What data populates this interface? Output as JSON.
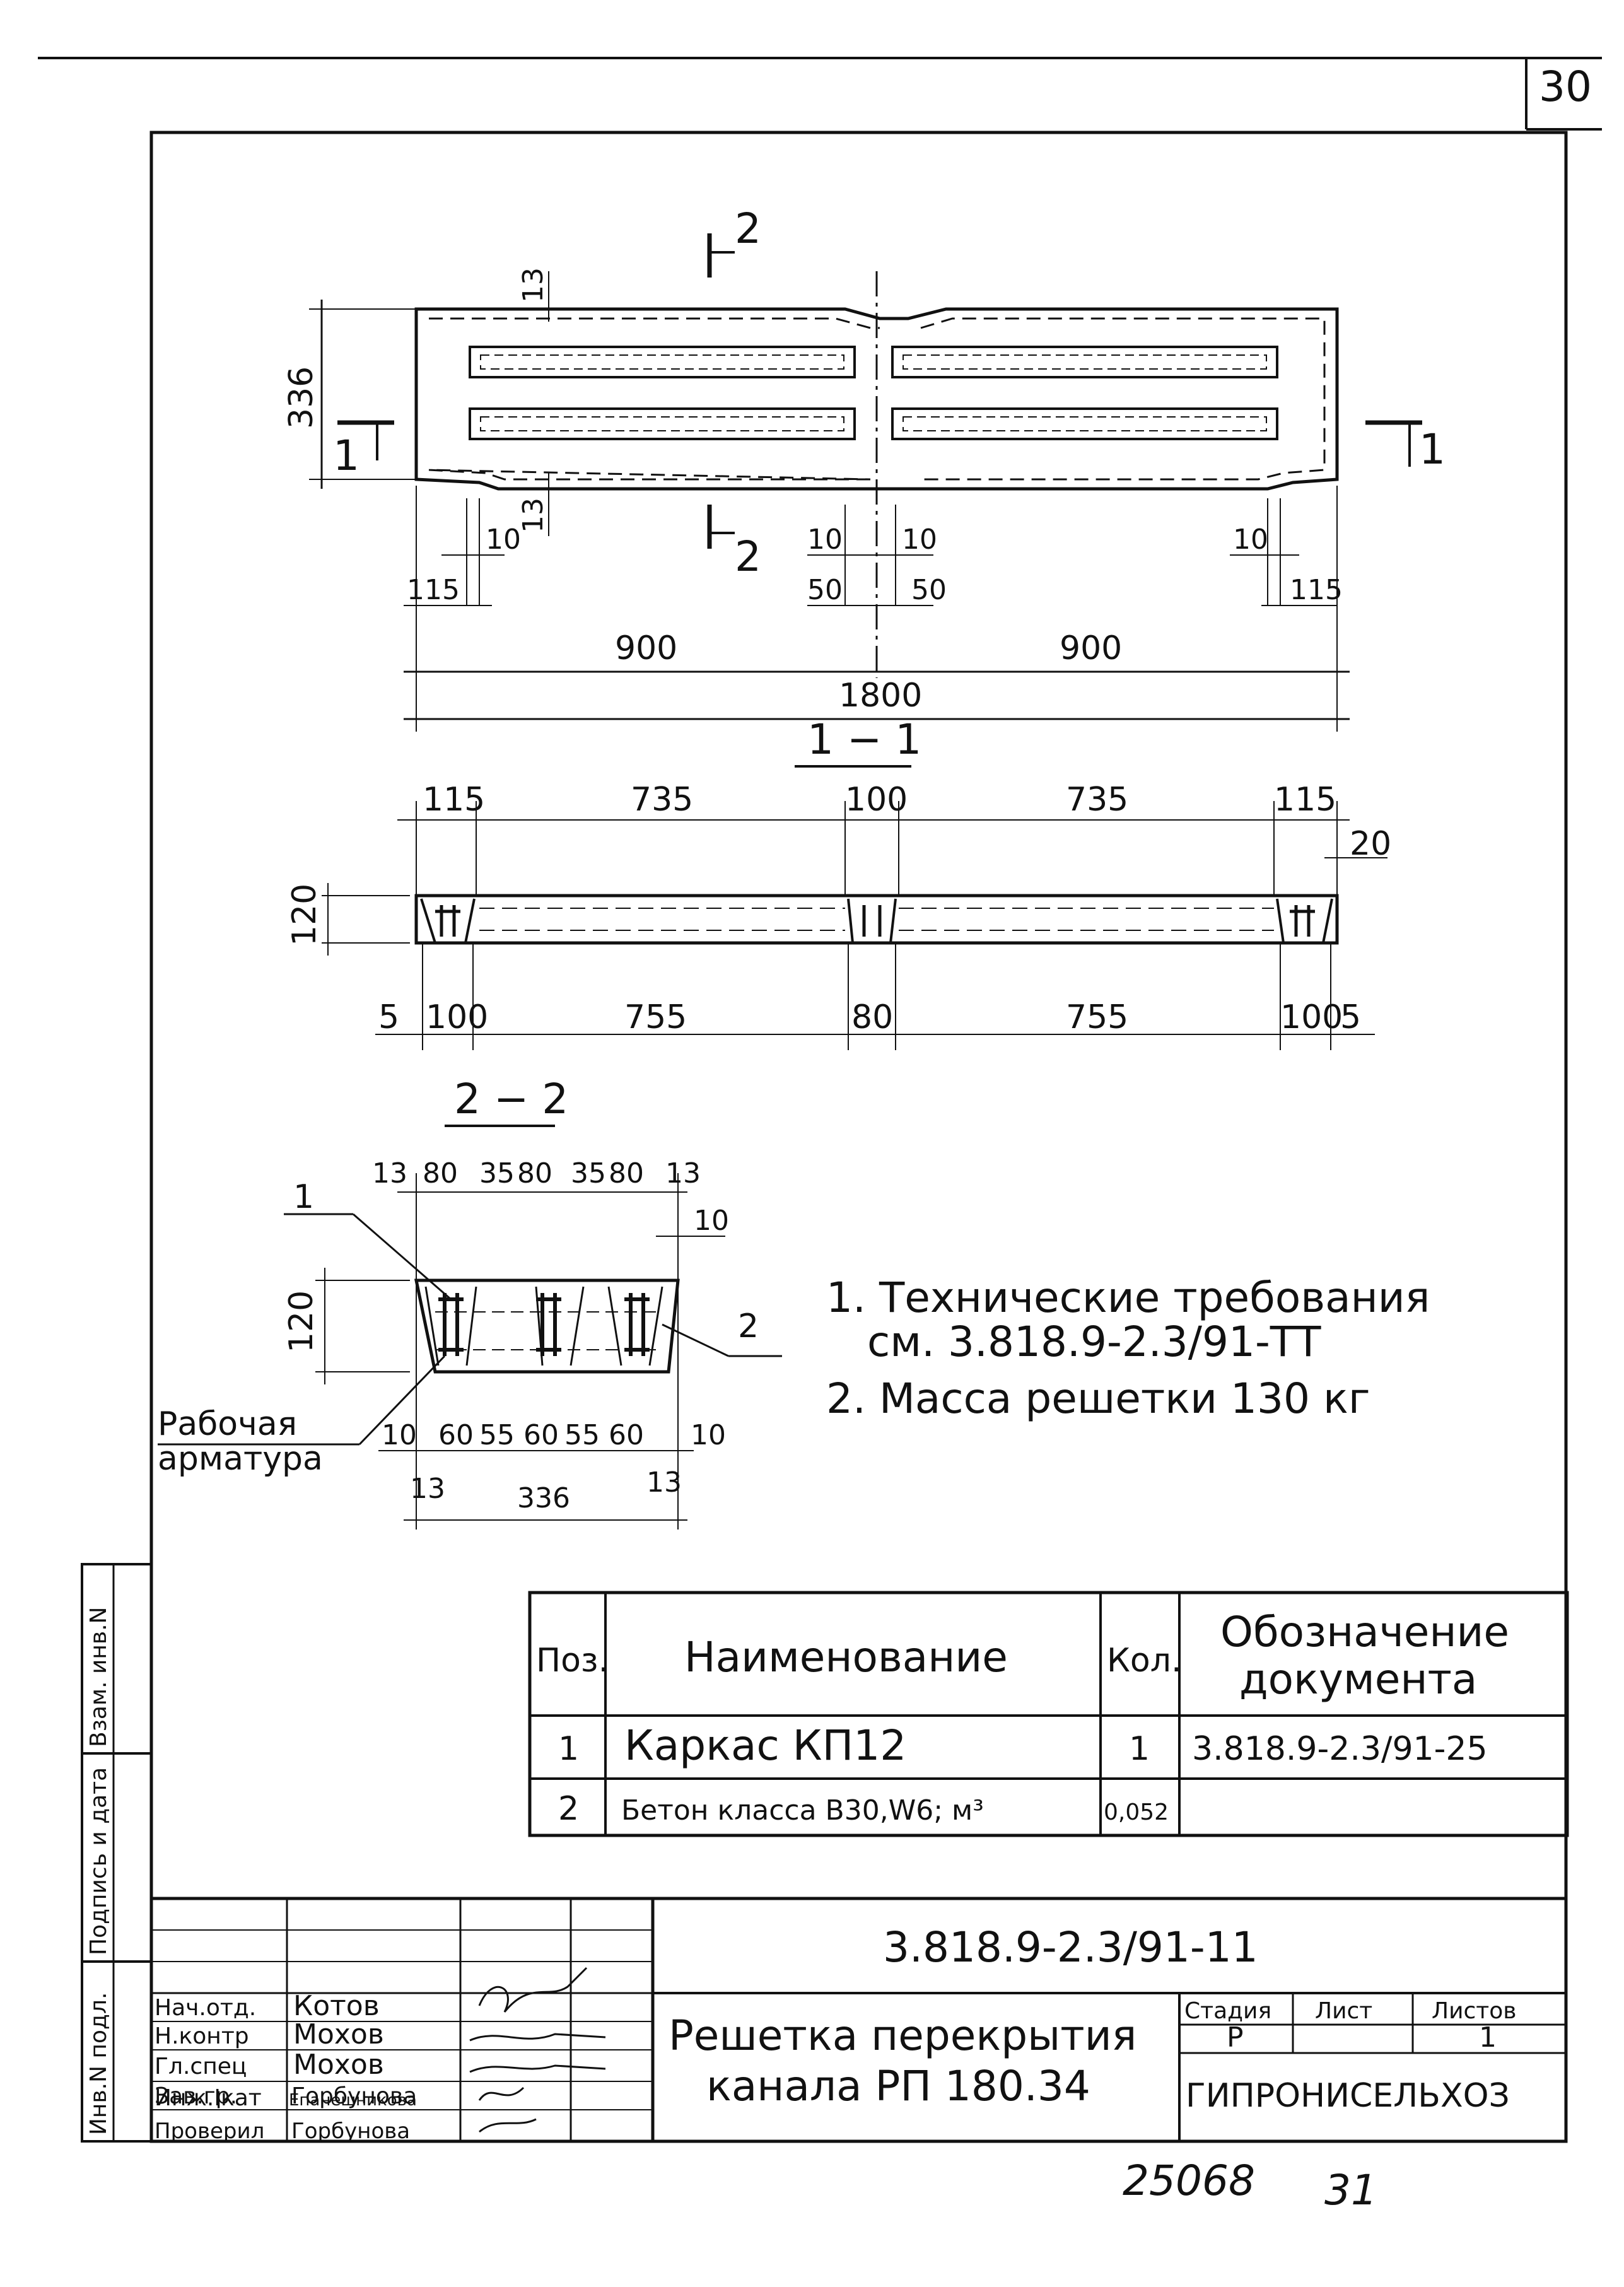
{
  "page_number": "30",
  "bottom_numbers": {
    "inventory": "25068",
    "sheet": "31"
  },
  "plan": {
    "section_marks": {
      "s1_left": "1",
      "s1_right": "1",
      "s2_top": "2",
      "s2_bottom": "2"
    },
    "dims": {
      "height": "336",
      "edge_top": "13",
      "edge_bottom": "13",
      "left_10": "10",
      "left_115": "115",
      "mid_10a": "10",
      "mid_10b": "10",
      "mid_50a": "50",
      "mid_50b": "50",
      "right_10": "10",
      "right_115": "115",
      "half_left": "900",
      "half_right": "900",
      "total": "1800"
    }
  },
  "section_1_1": {
    "title": "1 − 1",
    "top_dims": [
      "115",
      "735",
      "100",
      "735",
      "115"
    ],
    "right_dim": "20",
    "height": "120",
    "bottom_dims": [
      "5",
      "100",
      "755",
      "80",
      "755",
      "100",
      "5"
    ]
  },
  "section_2_2": {
    "title": "2 − 2",
    "top_dims": [
      "13",
      "80",
      "35",
      "80",
      "35",
      "80",
      "13"
    ],
    "right_dim": "10",
    "height": "120",
    "bottom_dims": [
      "10",
      "60",
      "55",
      "60",
      "55",
      "60",
      "10"
    ],
    "base_dims": [
      "13",
      "336",
      "13"
    ],
    "callout_1": "1",
    "callout_2": "2",
    "rebar_label_1": "Рабочая",
    "rebar_label_2": "арматура"
  },
  "notes": {
    "n1_line1": "1. Технические требования",
    "n1_line2": "см. 3.818.9-2.3/91-ТТ",
    "n2": "2. Масса решетки 130 кг"
  },
  "spec": {
    "headers": {
      "pos": "Поз.",
      "name": "Наименование",
      "qty": "Кол.",
      "doc1": "Обозначение",
      "doc2": "документа"
    },
    "rows": [
      {
        "pos": "1",
        "name": "Каркас КП12",
        "qty": "1",
        "doc": "3.818.9-2.3/91-25"
      },
      {
        "pos": "2",
        "name": "Бетон класса В30,W6; м³",
        "qty": "0,052",
        "doc": ""
      }
    ]
  },
  "side_stamp": {
    "c1": "Взам. инв.N",
    "c2": "Подпись и дата",
    "c3": "Инв.N подл."
  },
  "title_block": {
    "code": "3.818.9-2.3/91-11",
    "title_line1": "Решетка перекрытия",
    "title_line2": "канала РП 180.34",
    "stage_h": "Стадия",
    "sheet_h": "Лист",
    "sheets_h": "Листов",
    "stage": "Р",
    "sheet": "",
    "sheets": "1",
    "org": "ГИПРОНИСЕЛЬХОЗ",
    "people": [
      {
        "role": "Нач.отд.",
        "name": "Котов"
      },
      {
        "role": "Н.контр",
        "name": "Мохов"
      },
      {
        "role": "Гл.спец",
        "name": "Мохов"
      },
      {
        "role": "Зав.гр.",
        "name": "Горбунова"
      },
      {
        "role": "Инж.Iкат",
        "name": "Епанешникова"
      },
      {
        "role": "Проверил",
        "name": "Горбунова"
      }
    ]
  }
}
